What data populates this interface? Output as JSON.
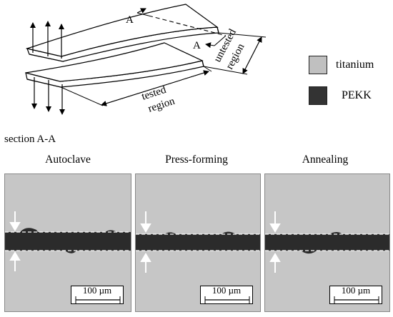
{
  "diagram": {
    "section_marker_top": "A",
    "section_marker_bottom": "A",
    "untested_line1": "untested",
    "untested_line2": "region",
    "tested_line1": "tested",
    "tested_line2": "region"
  },
  "legend": [
    {
      "label": "titanium",
      "color": "#c0c0c0"
    },
    {
      "label": "PEKK",
      "color": "#333333"
    }
  ],
  "section_label": "section A-A",
  "panels": [
    {
      "title": "Autoclave",
      "scale_bar": "100 µm"
    },
    {
      "title": "Press-forming",
      "scale_bar": "100 µm"
    },
    {
      "title": "Annealing",
      "scale_bar": "100 µm"
    }
  ],
  "colors": {
    "titanium": "#c6c6c6",
    "pekk": "#2b2b2b",
    "boundary_dash": "#ffffff",
    "arrow": "#ffffff"
  }
}
